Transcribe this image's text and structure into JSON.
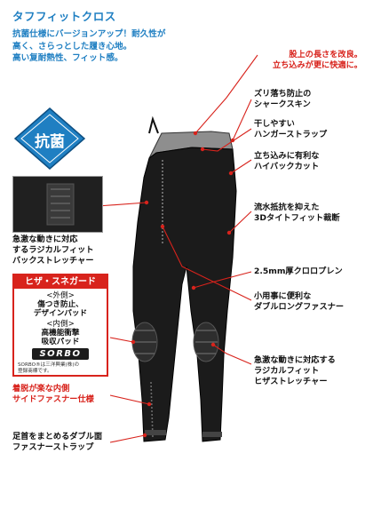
{
  "header": {
    "title": "タフフィットクロス",
    "subtitle_lines": [
      "抗菌仕様にバージョンアップ！耐久性が",
      "高く、さらっとした履き心地。",
      "高い复耐熱性、フィット感。"
    ]
  },
  "badge": {
    "text": "抗菌"
  },
  "callouts": {
    "thigh_line1": "股上の長さを改良。",
    "thigh_line2": "立ち込みが更に快適に。",
    "shark_line1": "ズリ落ち防止の",
    "shark_line2": "シャークスキン",
    "hanger_line1": "干しやすい",
    "hanger_line2": "ハンガーストラップ",
    "highback_line1": "立ち込みに有利な",
    "highback_line2": "ハイバックカット",
    "tight_line1": "流水抵抗を抑えた",
    "tight_line2": "3Dタイトフィット裁断",
    "chloroprene": "2.5mm厚クロロプレン",
    "zipper_line1": "小用事に便利な",
    "zipper_line2": "ダブルロングファスナー",
    "knee_line1": "急激な動きに対応する",
    "knee_line2": "ラジカルフィット",
    "knee_line3": "ヒザストレッチャー",
    "back_line1": "急激な動きに対応",
    "back_line2": "するラジカルフィット",
    "back_line3": "バックストレッチャー",
    "side_line1": "着脱が楽な内側",
    "side_line2": "サイドファスナー仕様",
    "ankle_line1": "足首をまとめるダブル面",
    "ankle_line2": "ファスナーストラップ"
  },
  "sorbo_box": {
    "heading": "ヒザ・スネガード",
    "outer_label": "<外側>",
    "outer_line1": "傷つき防止、",
    "outer_line2": "デザインパッド",
    "inner_label": "<内側>",
    "inner_line1": "高機能衝撃",
    "inner_line2": "吸収パッド",
    "logo": "SORBO",
    "note_line1": "SORBO®は三洋興業(株)の",
    "note_line2": "登録商標です。"
  },
  "colors": {
    "accent_blue": "#1f7fc2",
    "accent_red": "#d8231c",
    "garment": "#1b1b1b"
  }
}
